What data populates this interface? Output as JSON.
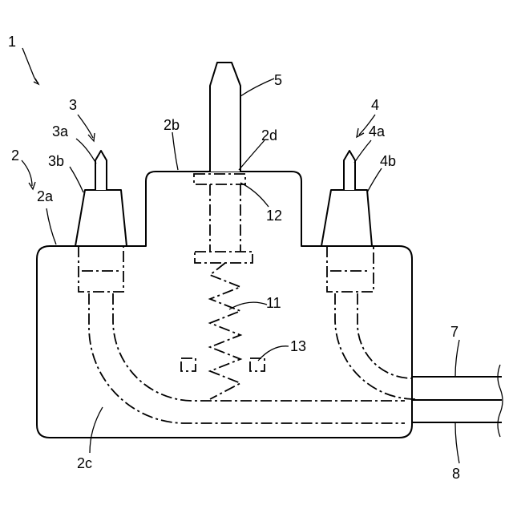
{
  "figure": {
    "labels": {
      "device": "1",
      "housing": "2",
      "housing_top_face": "2a",
      "boss": "2b",
      "housing_body": "2c",
      "boss_top": "2d",
      "terminal_left": "3",
      "terminal_left_tip": "3a",
      "terminal_left_base": "3b",
      "terminal_right": "4",
      "terminal_right_tip": "4a",
      "terminal_right_base": "4b",
      "probe_pin": "5",
      "cable_upper": "7",
      "cable_lower": "8",
      "spring": "11",
      "spring_seat": "12",
      "stopper": "13"
    }
  }
}
